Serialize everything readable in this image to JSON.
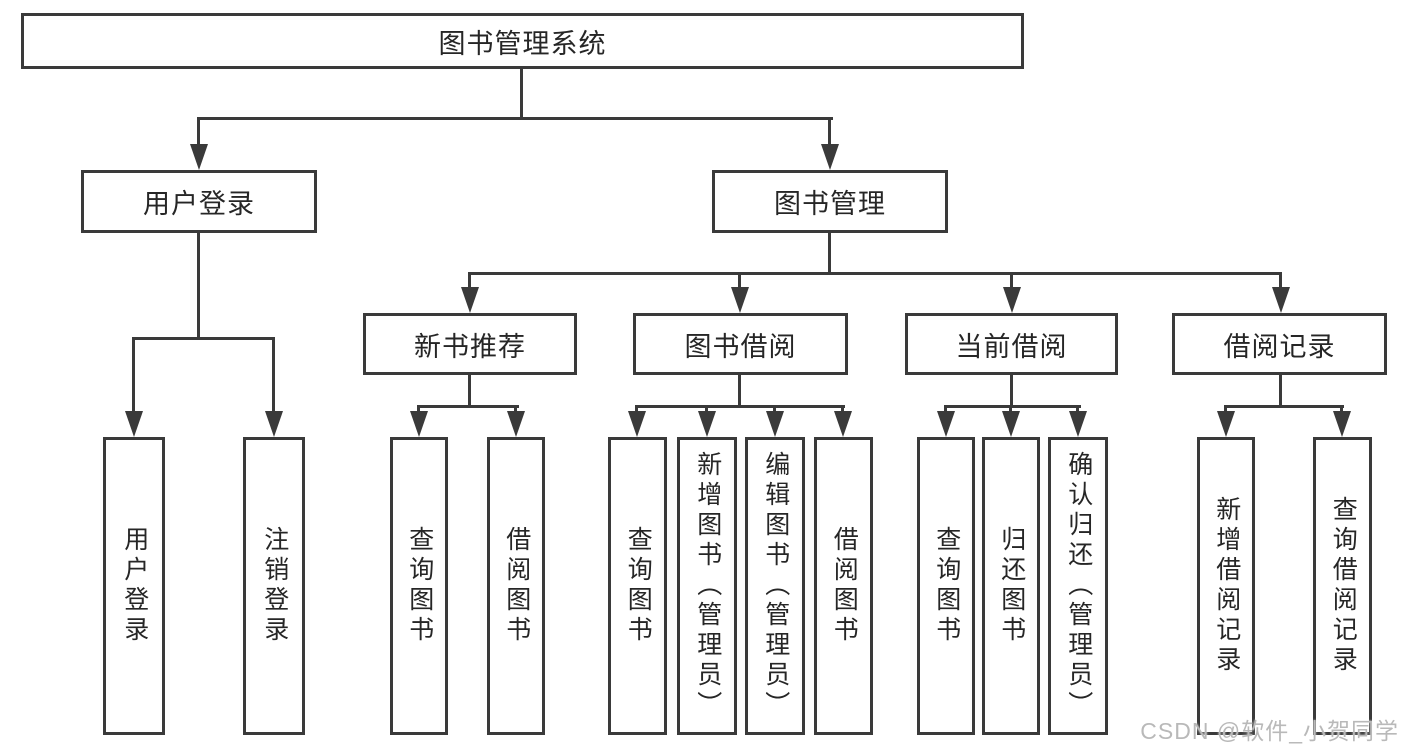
{
  "tree": {
    "root": {
      "label": "图书管理系统"
    },
    "branches": [
      {
        "label": "用户登录",
        "children": [
          {
            "label": "用户登录"
          },
          {
            "label": "注销登录"
          }
        ]
      },
      {
        "label": "图书管理",
        "children": [
          {
            "label": "新书推荐",
            "children": [
              {
                "label": "查询图书"
              },
              {
                "label": "借阅图书"
              }
            ]
          },
          {
            "label": "图书借阅",
            "children": [
              {
                "label": "查询图书"
              },
              {
                "label": "新增图书（管理员）"
              },
              {
                "label": "编辑图书（管理员）"
              },
              {
                "label": "借阅图书"
              }
            ]
          },
          {
            "label": "当前借阅",
            "children": [
              {
                "label": "查询图书"
              },
              {
                "label": "归还图书"
              },
              {
                "label": "确认归还（管理员）"
              }
            ]
          },
          {
            "label": "借阅记录",
            "children": [
              {
                "label": "新增借阅记录"
              },
              {
                "label": "查询借阅记录"
              }
            ]
          }
        ]
      }
    ]
  },
  "watermark": {
    "text": "CSDN @软件_小贺同学"
  },
  "colors": {
    "line": "#3a3a3a",
    "text": "#262626",
    "background": "#ffffff",
    "watermark": "#b9b9b9"
  }
}
